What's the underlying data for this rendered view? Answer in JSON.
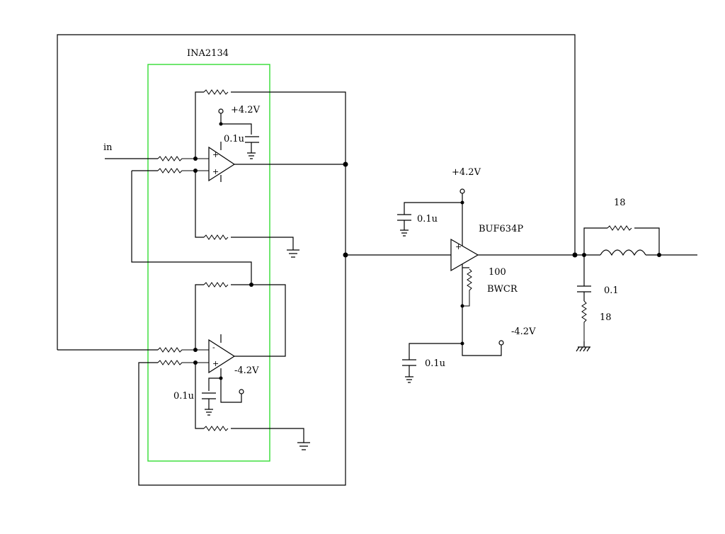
{
  "colors": {
    "wire": "#000000",
    "highlight_box": "#33dd33",
    "background": "#ffffff"
  },
  "labels": {
    "chip": "INA2134",
    "input": "in",
    "vpos_top": "+4.2V",
    "cap_top": "0.1u",
    "vneg_bottom": "-4.2V",
    "cap_bottom": "0.1u",
    "buf_vpos": "+4.2V",
    "buf_cap_top": "0.1u",
    "buf_part": "BUF634P",
    "buf_res": "100",
    "buf_mode": "BWCR",
    "buf_vneg": "-4.2V",
    "buf_cap_bottom": "0.1u",
    "out_res": "18",
    "out_cap": "0.1",
    "out_res2": "18"
  },
  "symbols": {
    "ground": "ground-symbol",
    "supply": "supply-terminal"
  }
}
